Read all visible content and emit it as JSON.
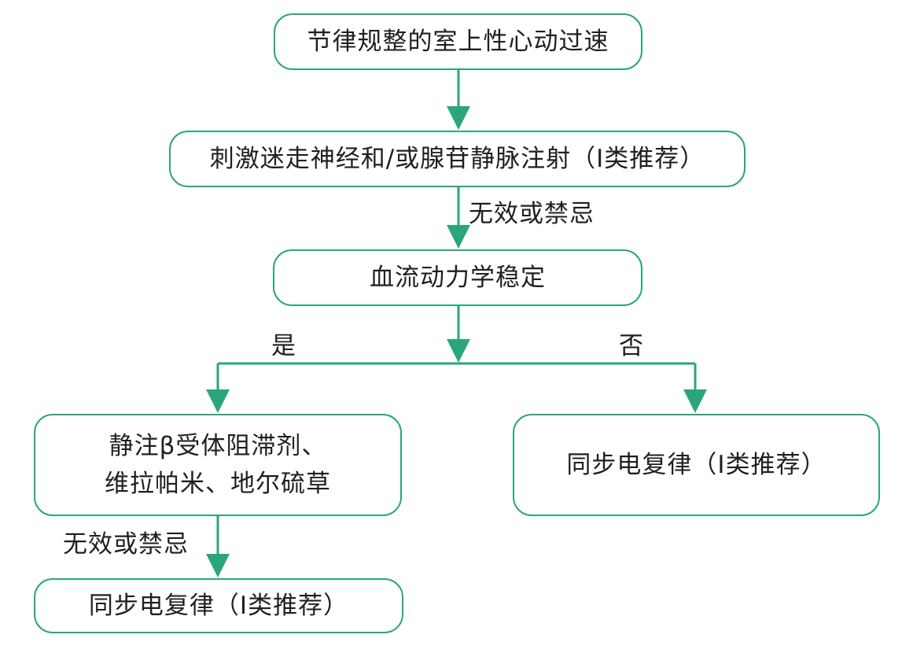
{
  "diagram": {
    "nodes": {
      "start": "节律规整的室上性心动过速",
      "vagal": "刺激迷走神经和/或腺苷静脉注射（Ⅰ类推荐）",
      "hemodynamics": "血流动力学稳定",
      "drug_line1": "静注β受体阻滞剂、",
      "drug_line2": "维拉帕米、地尔硫草",
      "cardioversion_right": "同步电复律（Ⅰ类推荐）",
      "cardioversion_bottom": "同步电复律（Ⅰ类推荐）"
    },
    "labels": {
      "ineffective_1": "无效或禁忌",
      "yes": "是",
      "no": "否",
      "ineffective_2": "无效或禁忌"
    }
  },
  "colors": {
    "line": "#2ba67a",
    "text": "#1f1f1f",
    "background": "#ffffff"
  }
}
